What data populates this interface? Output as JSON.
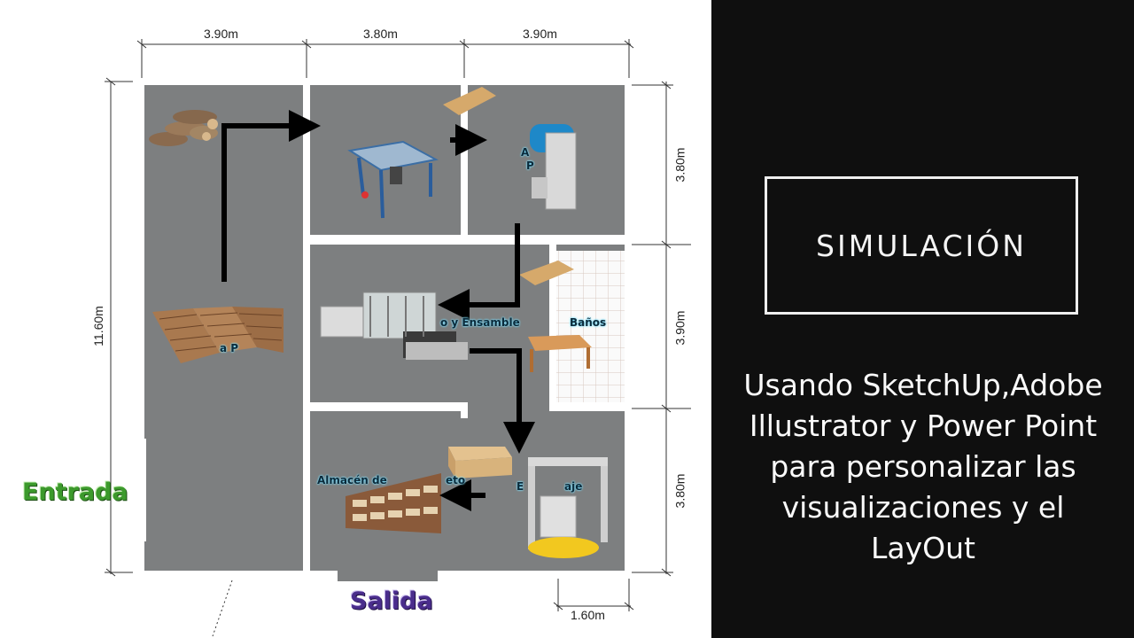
{
  "dimensions": {
    "top": [
      "3.90m",
      "3.80m",
      "3.90m"
    ],
    "left": "11.60m",
    "right": [
      "3.80m",
      "3.90m",
      "3.80m"
    ],
    "bottom": "1.60m"
  },
  "labels": {
    "entrada": "Entrada",
    "salida": "Salida",
    "banos": "Baños",
    "ensamble": "o y Ensamble",
    "almacen": "Almacén de",
    "almacen_tail": "eto",
    "embalaje": "E",
    "embalaje_tail": "aje",
    "planta": "a P",
    "cepillado": "A",
    "cepillado2": "P"
  },
  "panel": {
    "title": "SIMULACIÓN",
    "description_lines": [
      "Usando SketchUp,Adobe",
      "Illustrator y Power Point",
      "para personalizar las",
      "visualizaciones y el",
      "LayOut"
    ]
  },
  "colors": {
    "floor": "#7d7f80",
    "wall": "#ffffff",
    "entrada": "#3c9a2c",
    "salida": "#4a2d8c",
    "panel_bg": "#0f0f0f"
  }
}
